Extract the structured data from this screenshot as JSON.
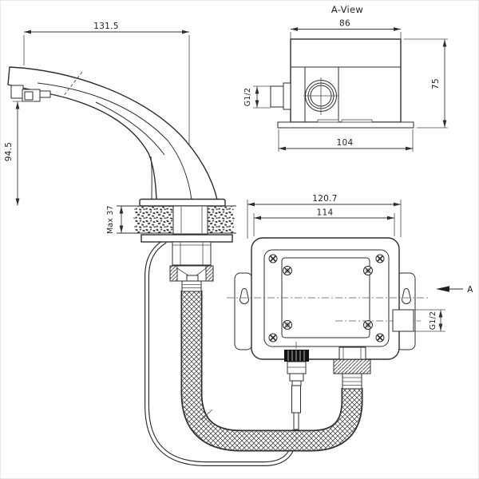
{
  "drawing": {
    "colors": {
      "line": "#2e2e2e",
      "background": "#ffffff"
    },
    "faucet_view": {
      "dim_reach": "131.5",
      "dim_height": "94.5",
      "dim_deck": "Max 37"
    },
    "a_view": {
      "title": "A-View",
      "dim_top_width": "86",
      "dim_height": "75",
      "dim_base_width": "104",
      "dim_thread": "G1/2"
    },
    "box_view": {
      "dim_outer_width": "120.7",
      "dim_inner_width": "114",
      "dim_thread": "G1/2",
      "section_label": "A"
    }
  }
}
